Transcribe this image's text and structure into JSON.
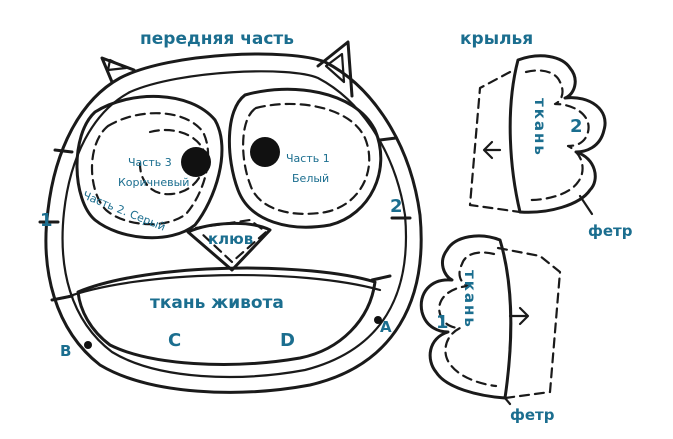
{
  "labels": {
    "front_title": "передняя часть",
    "wings_title": "крылья",
    "part3_line1": "Часть 3",
    "part3_line2": "Коричневый",
    "part1_line1": "Часть 1",
    "part1_line2": "Белый",
    "part2": "Часть 2. Серый",
    "beak": "клюв",
    "belly": "ткань живота",
    "mark_c": "C",
    "mark_d": "D",
    "mark_b": "B",
    "mark_a": "A",
    "num_1": "1",
    "num_2": "2",
    "wing1_fabric": "ткань",
    "wing1_num": "2",
    "wing2_fabric": "ткань",
    "wing2_num": "1",
    "felt_top": "фетр",
    "felt_bottom": "фетр"
  },
  "colors": {
    "ink": "#1a1a1a",
    "label_blue": "#1b6e8f"
  }
}
